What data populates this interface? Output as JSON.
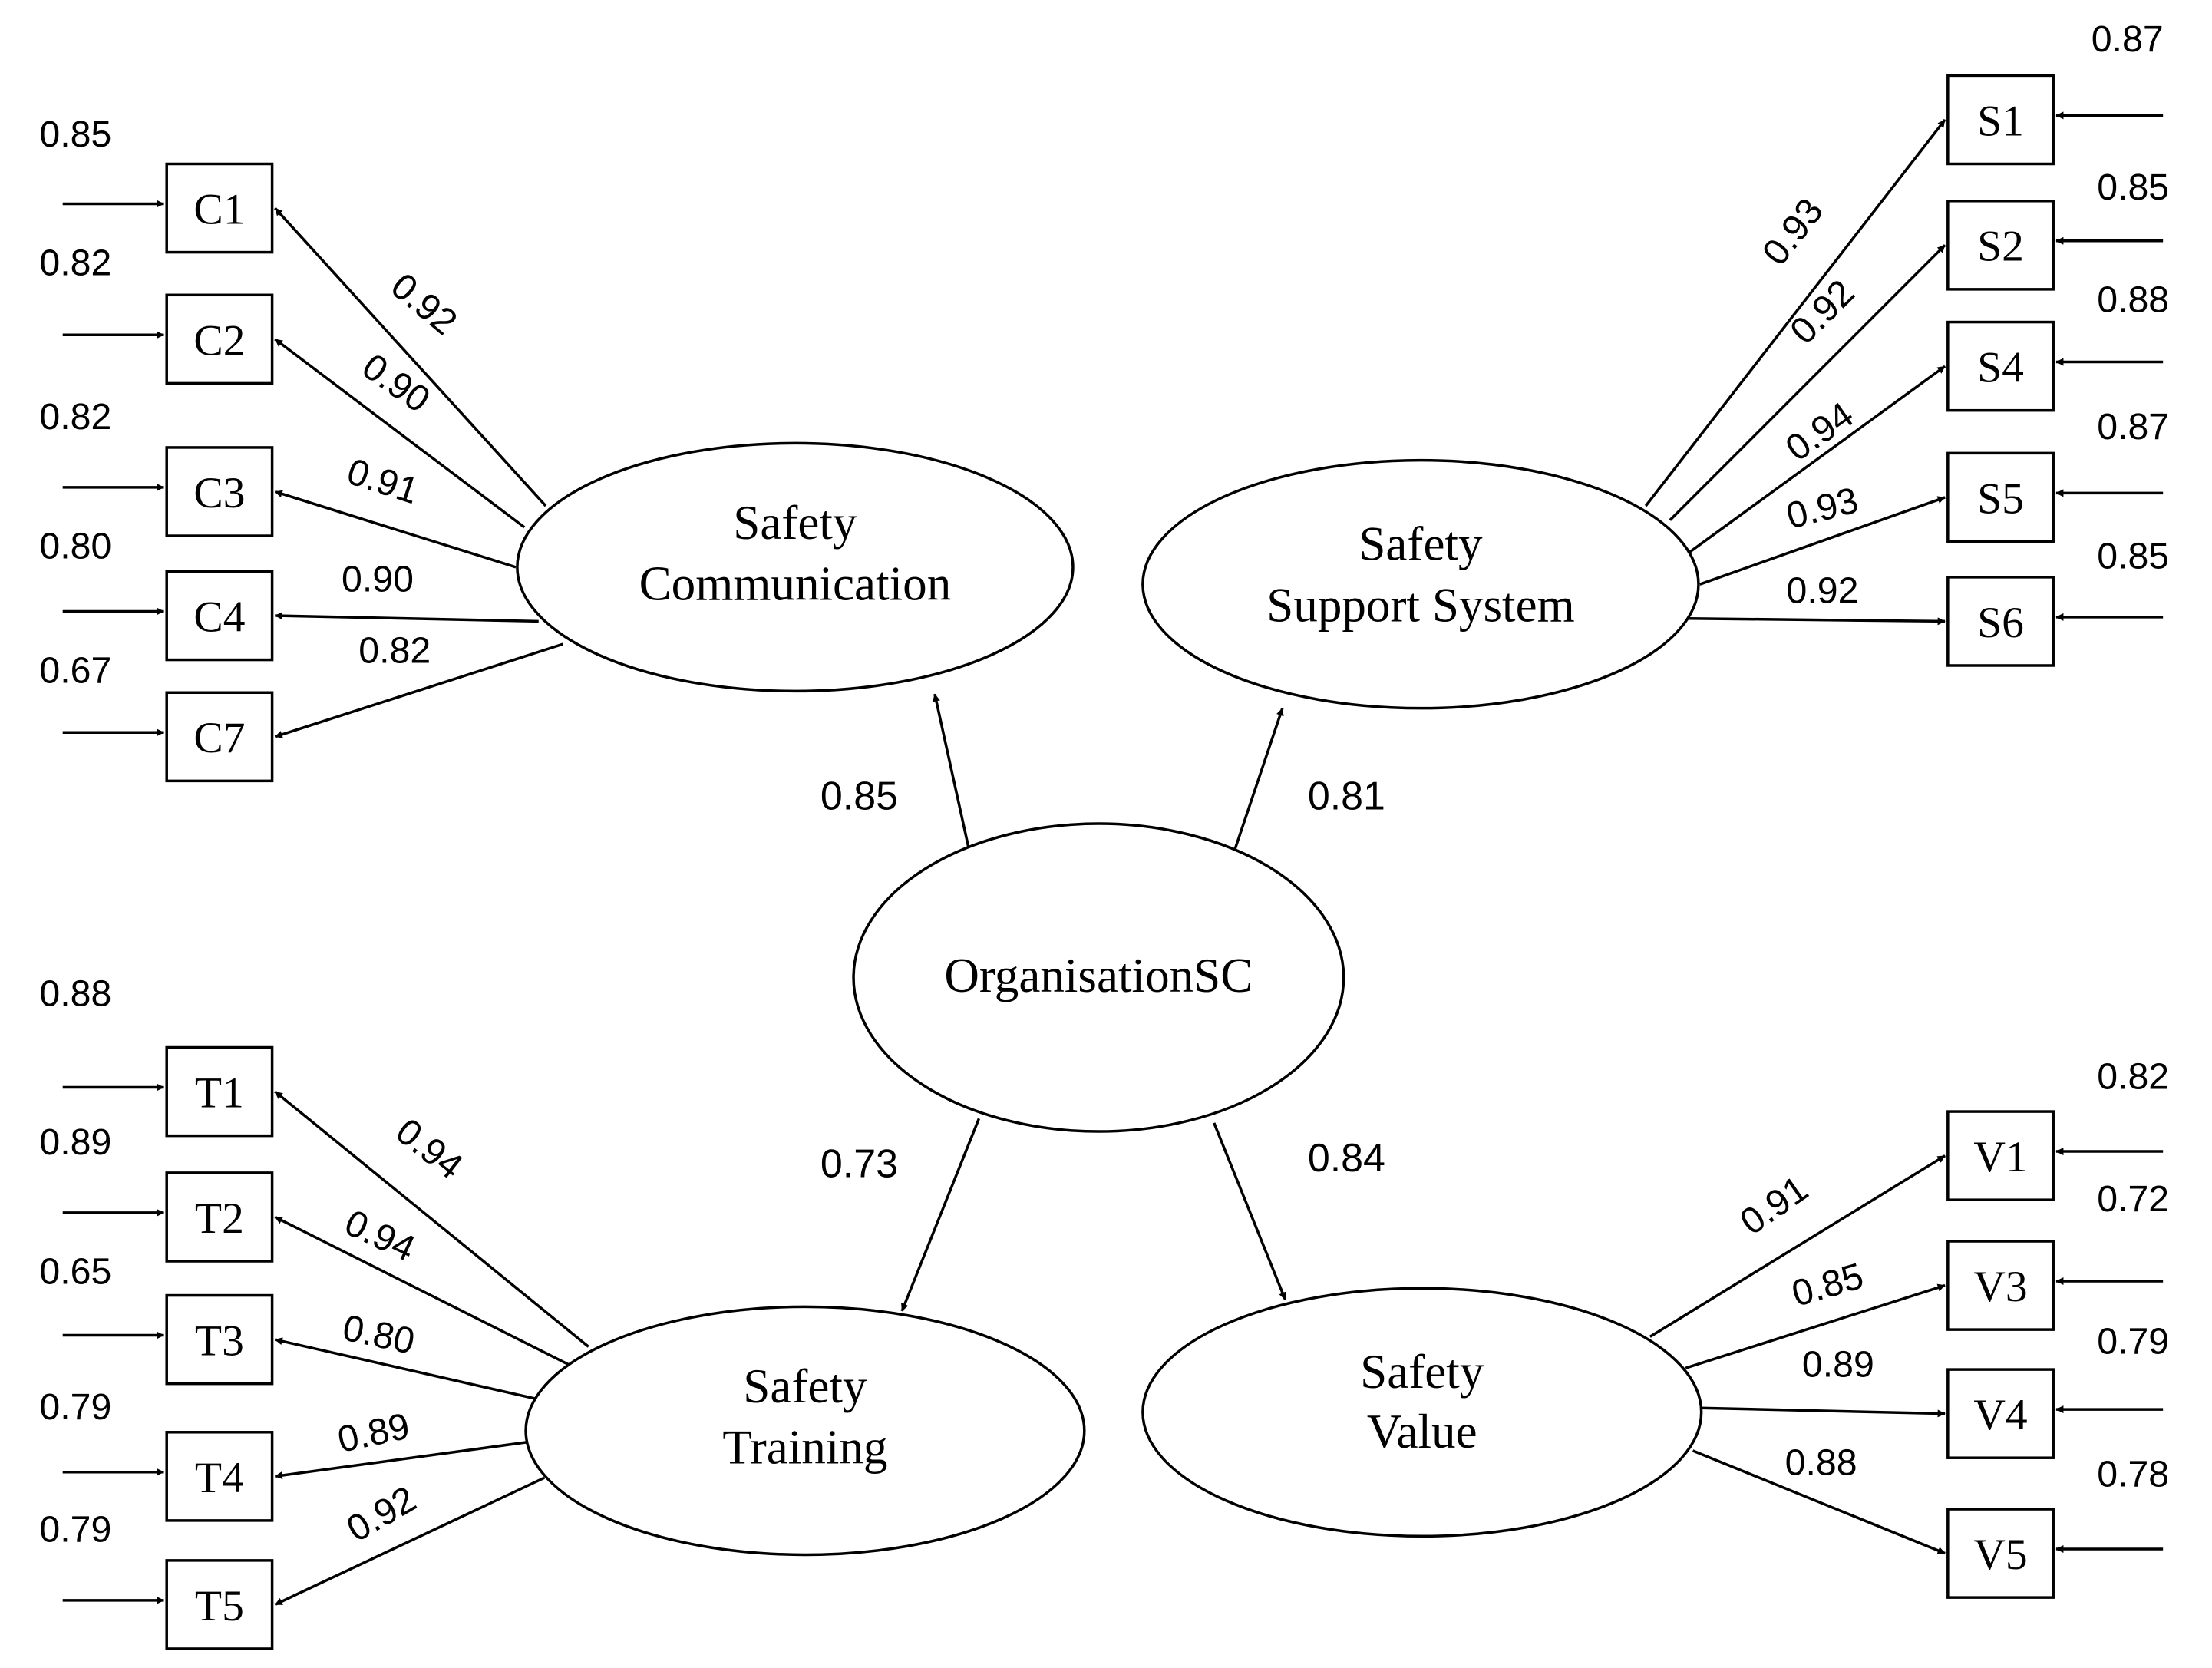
{
  "diagram": {
    "type": "structural-equation-model",
    "colors": {
      "line": "#000000",
      "background": "#ffffff",
      "text": "#000000"
    },
    "central_factor": {
      "id": "org",
      "label": "OrganisationSC"
    },
    "factors": [
      {
        "id": "comm",
        "label_lines": [
          "Safety",
          "Communication"
        ],
        "loading_from_central": "0.85"
      },
      {
        "id": "supp",
        "label_lines": [
          "Safety",
          "Support System"
        ],
        "loading_from_central": "0.81"
      },
      {
        "id": "train",
        "label_lines": [
          "Safety",
          "Training"
        ],
        "loading_from_central": "0.73"
      },
      {
        "id": "value",
        "label_lines": [
          "Safety",
          "Value"
        ],
        "loading_from_central": "0.84"
      }
    ],
    "indicators": [
      {
        "factor": "comm",
        "label": "C1",
        "loading": "0.92",
        "error": "0.85"
      },
      {
        "factor": "comm",
        "label": "C2",
        "loading": "0.90",
        "error": "0.82"
      },
      {
        "factor": "comm",
        "label": "C3",
        "loading": "0.91",
        "error": "0.82"
      },
      {
        "factor": "comm",
        "label": "C4",
        "loading": "0.90",
        "error": "0.80"
      },
      {
        "factor": "comm",
        "label": "C7",
        "loading": "0.82",
        "error": "0.67"
      },
      {
        "factor": "supp",
        "label": "S1",
        "loading": "0.93",
        "error": "0.87"
      },
      {
        "factor": "supp",
        "label": "S2",
        "loading": "0.92",
        "error": "0.85"
      },
      {
        "factor": "supp",
        "label": "S4",
        "loading": "0.94",
        "error": "0.88"
      },
      {
        "factor": "supp",
        "label": "S5",
        "loading": "0.93",
        "error": "0.87"
      },
      {
        "factor": "supp",
        "label": "S6",
        "loading": "0.92",
        "error": "0.85"
      },
      {
        "factor": "train",
        "label": "T1",
        "loading": "0.94",
        "error": "0.88"
      },
      {
        "factor": "train",
        "label": "T2",
        "loading": "0.94",
        "error": "0.89"
      },
      {
        "factor": "train",
        "label": "T3",
        "loading": "0.80",
        "error": "0.65"
      },
      {
        "factor": "train",
        "label": "T4",
        "loading": "0.89",
        "error": "0.79"
      },
      {
        "factor": "train",
        "label": "T5",
        "loading": "0.92",
        "error": "0.79"
      },
      {
        "factor": "value",
        "label": "V1",
        "loading": "0.91",
        "error": "0.82"
      },
      {
        "factor": "value",
        "label": "V3",
        "loading": "0.85",
        "error": "0.72"
      },
      {
        "factor": "value",
        "label": "V4",
        "loading": "0.89",
        "error": "0.79"
      },
      {
        "factor": "value",
        "label": "V5",
        "loading": "0.88",
        "error": "0.78"
      }
    ]
  }
}
